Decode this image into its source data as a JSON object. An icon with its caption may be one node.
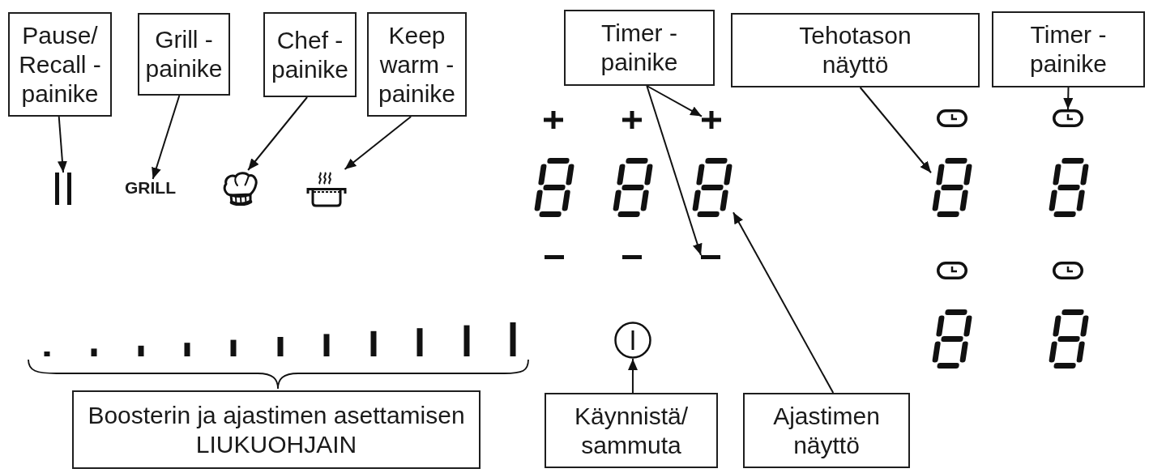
{
  "diagram": {
    "nodes": [
      {
        "text": [
          "Pause/ Recall - painike"
        ]
      },
      {
        "text": [
          "Grill - painike"
        ]
      },
      {
        "text": [
          "Chef - painike"
        ]
      },
      {
        "text": [
          "Keep warm - painike"
        ]
      },
      {
        "text": [
          "Timer - painike"
        ]
      },
      {
        "text": [
          "Tehotason näyttö"
        ]
      },
      {
        "text": [
          "Timer - painike"
        ]
      },
      {
        "text": [
          "Boosterin ja ajastimen asettamisen LIUKUOHJAIN"
        ]
      },
      {
        "text": [
          "Käynnistä/ sammuta"
        ]
      },
      {
        "text": [
          "Ajastimen näyttö"
        ]
      },
      {
        "text": [],
        "shape": "picture"
      },
      {
        "text": [
          "GRILL"
        ]
      },
      {
        "text": [],
        "shape": "picture"
      },
      {
        "text": [],
        "shape": "picture"
      },
      {
        "text": [],
        "shape": "picture"
      },
      {
        "text": [],
        "shape": "bar"
      },
      {
        "text": [],
        "shape": "picture"
      },
      {
        "text": [],
        "shape": "picture"
      },
      {
        "text": [],
        "shape": "picture"
      },
      {
        "text": [],
        "shape": "picture"
      }
    ],
    "edges": [
      {
        "from": 0,
        "to": 10,
        "arrow": "to"
      },
      {
        "from": 1,
        "to": 11,
        "arrow": "to"
      },
      {
        "from": 2,
        "to": 12,
        "arrow": "to"
      },
      {
        "from": 3,
        "to": 13,
        "arrow": "to"
      },
      {
        "from": 4,
        "to": 14,
        "arrow": "to"
      },
      {
        "from": 4,
        "to": 15,
        "arrow": "to"
      },
      {
        "from": 5,
        "to": 17,
        "arrow": "to"
      },
      {
        "from": 6,
        "to": 18,
        "arrow": "to"
      },
      {
        "from": 8,
        "to": 19,
        "arrow": "to"
      },
      {
        "from": 9,
        "to": 16,
        "arrow": "to"
      }
    ]
  }
}
